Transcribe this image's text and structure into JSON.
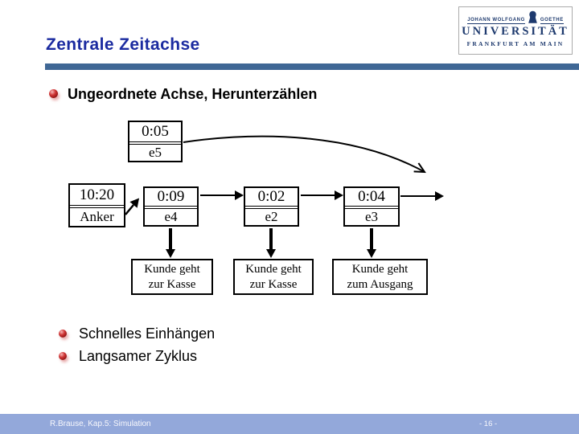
{
  "slide": {
    "title": "Zentrale Zeitachse"
  },
  "logo": {
    "top_left": "JOHANN WOLFGANG",
    "top_right": "GOETHE",
    "name": "UNIVERSITÄT",
    "city": "FRANKFURT AM MAIN"
  },
  "bullets": {
    "top": "Ungeordnete Achse, Herunterzählen",
    "bottom": [
      "Schnelles Einhängen",
      "Langsamer Zyklus"
    ]
  },
  "diagram": {
    "nodes": [
      {
        "time": "0:05",
        "label": "e5"
      },
      {
        "time": "10:20",
        "label": "Anker"
      },
      {
        "time": "0:09",
        "label": "e4"
      },
      {
        "time": "0:02",
        "label": "e2"
      },
      {
        "time": "0:04",
        "label": "e3"
      }
    ],
    "actions": [
      {
        "line1": "Kunde geht",
        "line2": "zur Kasse"
      },
      {
        "line1": "Kunde geht",
        "line2": "zur Kasse"
      },
      {
        "line1": "Kunde geht",
        "line2": "zum Ausgang"
      }
    ]
  },
  "footer": {
    "left": "R.Brause, Kap.5: Simulation",
    "page": "- 16 -"
  },
  "colors": {
    "title_blue": "#1b2ba0",
    "rule_blue": "#3f6795",
    "footer_bar": "#93a8da",
    "logo_navy": "#1e3a6e",
    "bullet_red": "#8c1212",
    "diagram_ink": "#000000"
  }
}
